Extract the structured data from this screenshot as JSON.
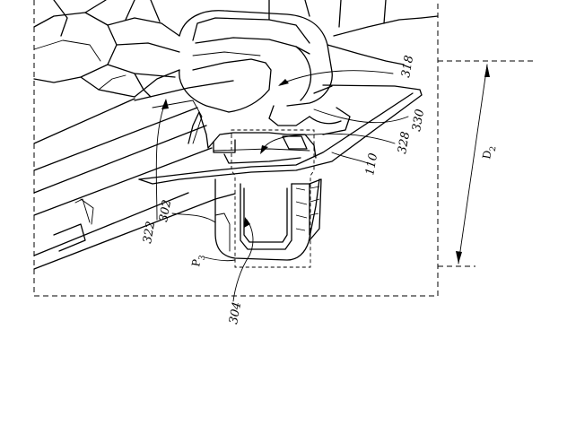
{
  "figure": {
    "labels": {
      "l318": "318",
      "l330": "330",
      "l328": "328",
      "l110": "110",
      "l322": "322",
      "l302": "302",
      "l304": "304",
      "lP3": "P",
      "lP3sub": "3",
      "lD2": "D",
      "lD2sub": "2"
    }
  }
}
